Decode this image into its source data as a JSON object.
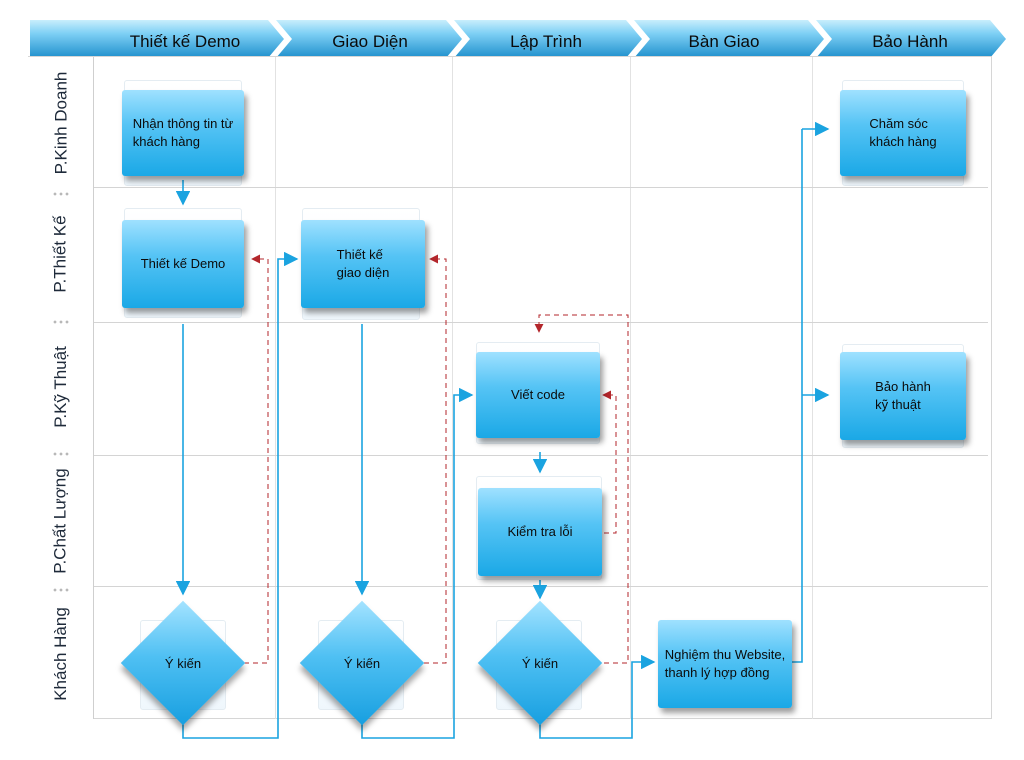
{
  "phases": [
    {
      "label": "Thiết kế Demo"
    },
    {
      "label": "Giao Diện"
    },
    {
      "label": "Lập Trình"
    },
    {
      "label": "Bàn Giao"
    },
    {
      "label": "Bảo Hành"
    }
  ],
  "lanes": [
    {
      "label": "P.Kinh Doanh"
    },
    {
      "label": "P.Thiết Kế"
    },
    {
      "label": "P.Kỹ Thuật"
    },
    {
      "label": "P.Chất Lượng"
    },
    {
      "label": "Khách Hàng"
    }
  ],
  "nodes": {
    "receive_info": "Nhận thông tin từ\nkhách hàng",
    "design_demo": "Thiết kế Demo",
    "design_ui": "Thiết kế\n      giao diện",
    "write_code": "Viết code",
    "check_errors": "Kiểm tra lỗi",
    "feedback_1": "Ý kiến",
    "feedback_2": "Ý kiến",
    "feedback_3": "Ý kiến",
    "acceptance": "Nghiệm thu Website,\nthanh lý hợp đồng",
    "customer_care": "Chăm sóc\n    khách hàng",
    "tech_warranty": "Bảo hành\n      kỹ thuật"
  },
  "colors": {
    "flow": "#1aa3e0",
    "feedback": "#b3262b",
    "header_dark": "#1d8fce",
    "header_light": "#8fd6f7"
  }
}
